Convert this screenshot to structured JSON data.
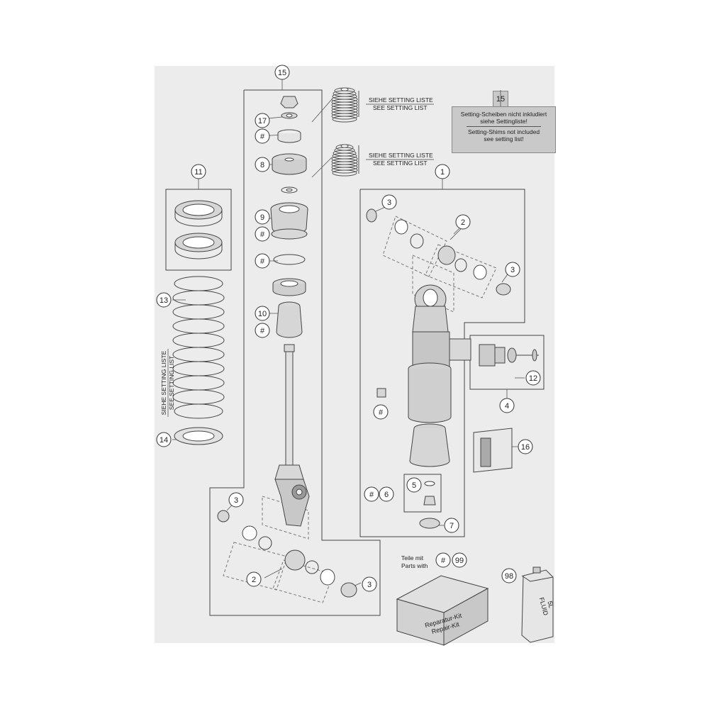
{
  "callouts": {
    "assembly_main": "15",
    "shock_body": "1",
    "bushing_set_top": "2",
    "bushing_set_bottom": "2",
    "seal_top_left": "3",
    "seal_top_right": "3",
    "seal_bottom_left": "3",
    "seal_bottom_right": "3",
    "reservoir_kit": "4",
    "valve_kit": "5",
    "valve_ref": "6",
    "cap": "7",
    "piston": "8",
    "seal_head": "9",
    "bump_rubber": "10",
    "spring_nuts": "11",
    "adjuster": "12",
    "spring": "13",
    "spring_retainer": "14",
    "label_sticker": "16",
    "nut_washer": "17",
    "fluid": "98",
    "repair_ref": "99",
    "note_id": "15"
  },
  "hash": "#",
  "setting_list": {
    "de": "SIEHE SETTING LISTE",
    "en": "SEE SETTING LIST"
  },
  "note": {
    "de_line1": "Setting-Scheiben nicht inkludiert",
    "de_line2": "siehe Settingliste!",
    "en_line1": "Setting-Shims not included",
    "en_line2": "see setting list!"
  },
  "parts_with": {
    "de": "Teile mit",
    "en": "Parts with"
  },
  "repair_kit": {
    "de": "Reparatur-Kit",
    "en": "Repair-Kit"
  },
  "fluid_can": {
    "label": "FLUID",
    "volume": "5L"
  }
}
